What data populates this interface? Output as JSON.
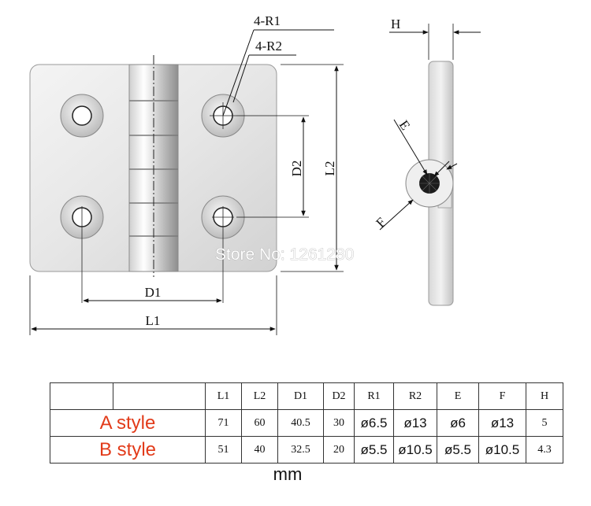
{
  "drawing": {
    "labels": {
      "r1": "4-R1",
      "r2": "4-R2",
      "d1": "D1",
      "d2": "D2",
      "l1": "L1",
      "l2": "L2",
      "h": "H",
      "e": "E",
      "f": "F"
    },
    "watermark": "Store No: 1261280"
  },
  "table": {
    "header": [
      "",
      "L1",
      "L2",
      "D1",
      "D2",
      "R1",
      "R2",
      "E",
      "F",
      "H"
    ],
    "rows": [
      {
        "label": "A style",
        "cells": [
          "71",
          "60",
          "40.5",
          "30",
          "ø6.5",
          "ø13",
          "ø6",
          "ø13",
          "5"
        ]
      },
      {
        "label": "B style",
        "cells": [
          "51",
          "40",
          "32.5",
          "20",
          "ø5.5",
          "ø10.5",
          "ø5.5",
          "ø10.5",
          "4.3"
        ]
      }
    ]
  },
  "unit": "mm",
  "colors": {
    "style_label": "#e23b1a",
    "line": "#111111"
  }
}
